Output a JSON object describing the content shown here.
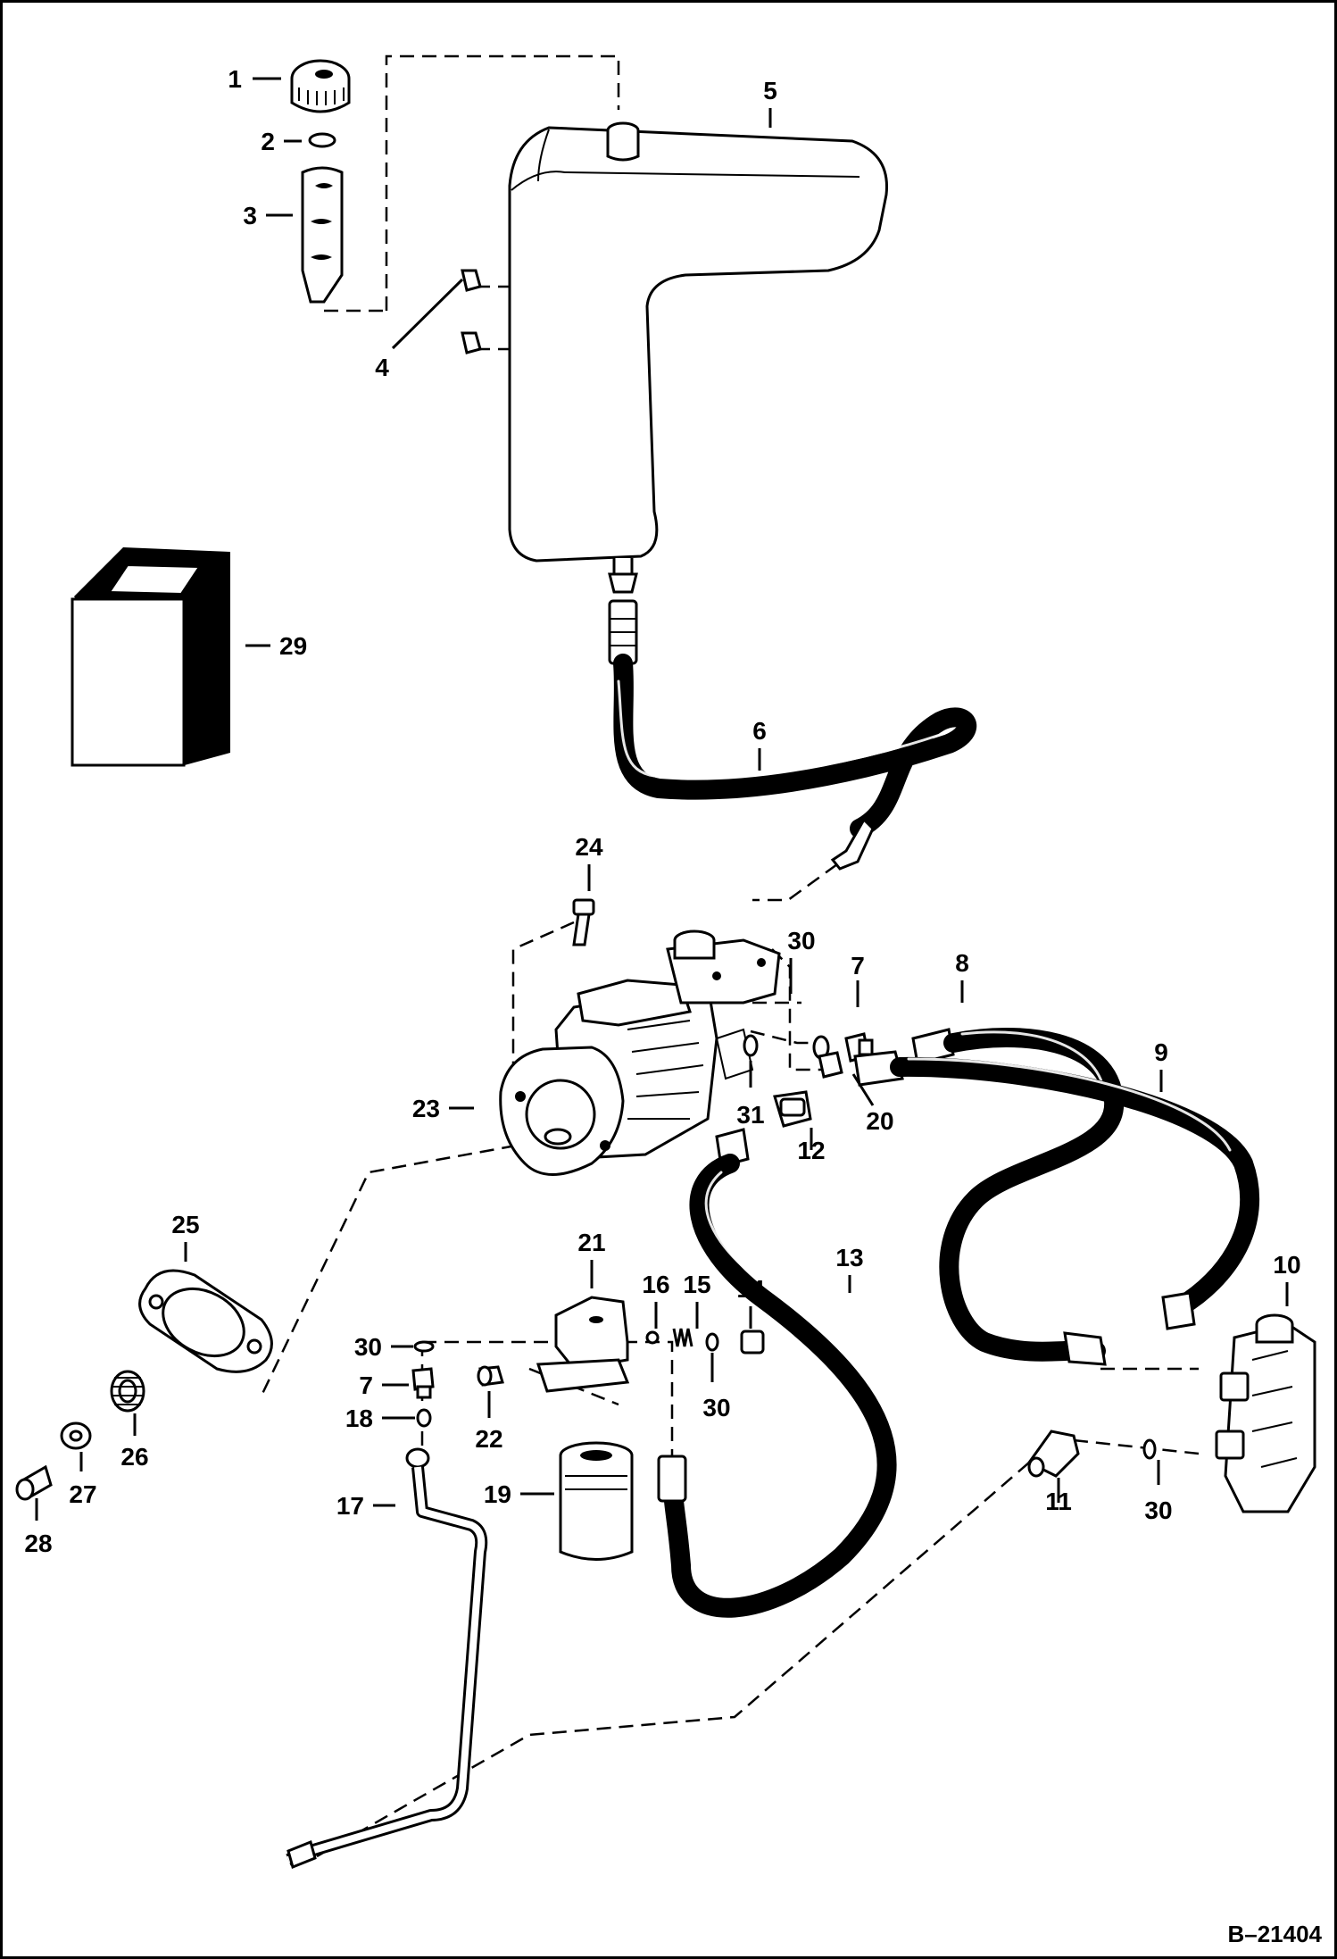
{
  "diagram": {
    "reference_code": "B–21404",
    "callouts": [
      {
        "id": "c1",
        "text": "1"
      },
      {
        "id": "c2",
        "text": "2"
      },
      {
        "id": "c3",
        "text": "3"
      },
      {
        "id": "c4",
        "text": "4"
      },
      {
        "id": "c5",
        "text": "5"
      },
      {
        "id": "c6",
        "text": "6"
      },
      {
        "id": "c7a",
        "text": "7"
      },
      {
        "id": "c7b",
        "text": "7"
      },
      {
        "id": "c8",
        "text": "8"
      },
      {
        "id": "c9",
        "text": "9"
      },
      {
        "id": "c10",
        "text": "10"
      },
      {
        "id": "c11",
        "text": "11"
      },
      {
        "id": "c12",
        "text": "12"
      },
      {
        "id": "c13",
        "text": "13"
      },
      {
        "id": "c14",
        "text": "14"
      },
      {
        "id": "c15",
        "text": "15"
      },
      {
        "id": "c16",
        "text": "16"
      },
      {
        "id": "c17",
        "text": "17"
      },
      {
        "id": "c18",
        "text": "18"
      },
      {
        "id": "c19",
        "text": "19"
      },
      {
        "id": "c20",
        "text": "20"
      },
      {
        "id": "c21",
        "text": "21"
      },
      {
        "id": "c22",
        "text": "22"
      },
      {
        "id": "c23",
        "text": "23"
      },
      {
        "id": "c24",
        "text": "24"
      },
      {
        "id": "c25",
        "text": "25"
      },
      {
        "id": "c26",
        "text": "26"
      },
      {
        "id": "c27",
        "text": "27"
      },
      {
        "id": "c28",
        "text": "28"
      },
      {
        "id": "c29",
        "text": "29"
      },
      {
        "id": "c30a",
        "text": "30"
      },
      {
        "id": "c30b",
        "text": "30"
      },
      {
        "id": "c30c",
        "text": "30"
      },
      {
        "id": "c30d",
        "text": "30"
      },
      {
        "id": "c31",
        "text": "31"
      }
    ]
  }
}
